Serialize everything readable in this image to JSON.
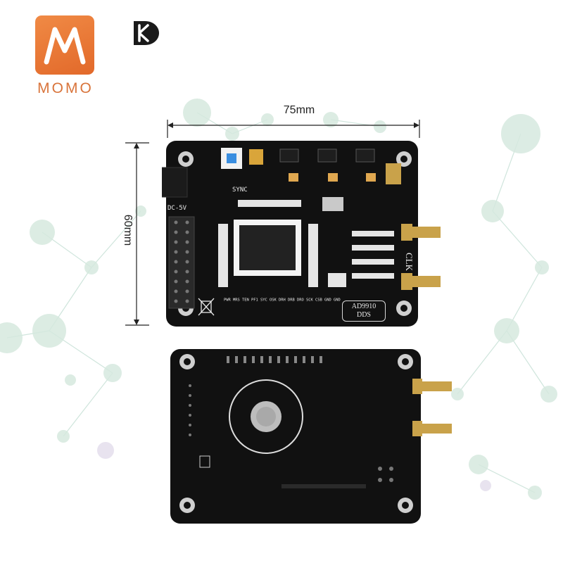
{
  "brand": {
    "name": "MOMO",
    "logo_color": "#e8763a",
    "second_logo": "dk-logo"
  },
  "dimensions": {
    "width_label": "75mm",
    "height_label": "60mm"
  },
  "board": {
    "model_label_line1": "AD9910",
    "model_label_line2": "DDS",
    "power_label": "DC-5V",
    "clock_label": "CLK",
    "sync_label": "SYNC",
    "pin_labels": "PWR MRS TEN PF1 SYC OSK DRH DRB DRO SCK CSB GND GND",
    "board_color": "#111111",
    "connector_color": "#c9a24a"
  }
}
